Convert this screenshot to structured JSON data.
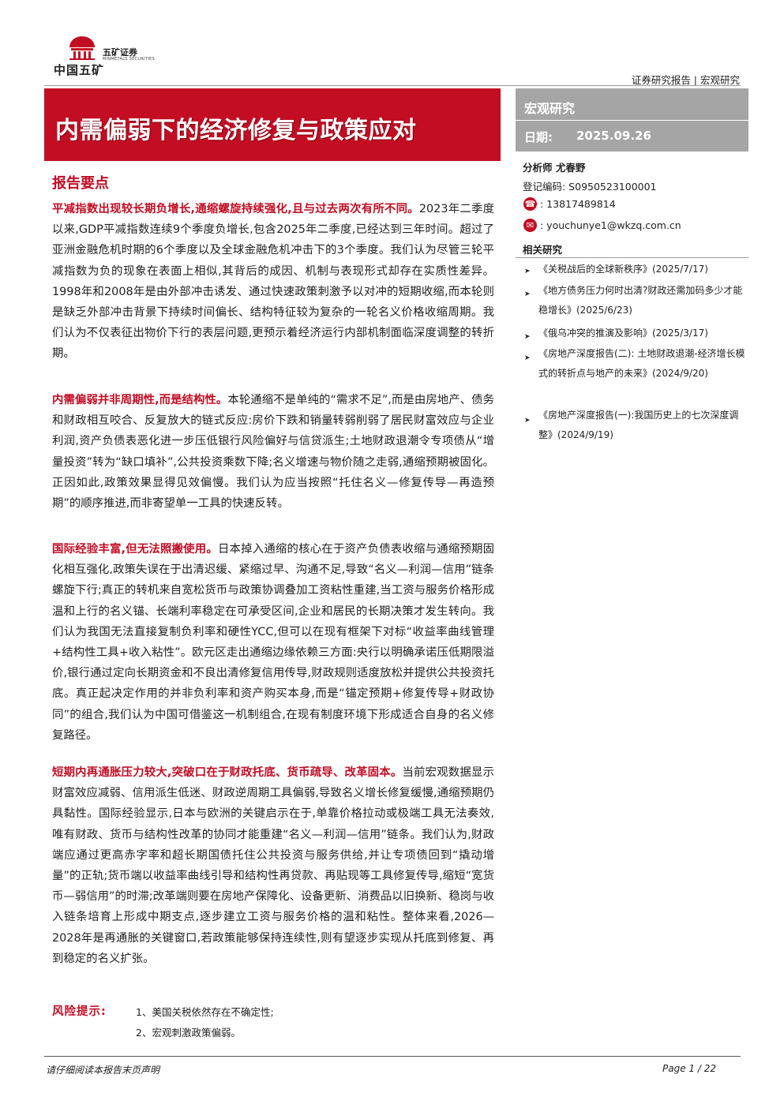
{
  "header": {
    "logo_cn": "中国五矿",
    "brand_cn": "五矿证券",
    "brand_en": "MINMETALS SECURITIES",
    "breadcrumb": "证券研究报告 | 宏观研究",
    "title": "内需偏弱下的经济修复与政策应对",
    "category": "宏观研究",
    "date_label": "日期:",
    "date": "2025.09.26",
    "brand_color": "#c30d23"
  },
  "analyst": {
    "name": "分析师 尤春野",
    "reg": "登记编码: S0950523100001",
    "phone": ":  13817489814",
    "email": ":  youchunye1@wkzq.com.cn",
    "phone_icon": "phone-icon",
    "email_icon": "mail-icon"
  },
  "related": {
    "title": "相关研究",
    "items": [
      "《关税战后的全球新秩序》(2025/7/17)",
      "《地方债务压力何时出清?财政还需加码多少才能稳增长》(2025/6/23)",
      "《俄乌冲突的推演及影响》(2025/3/17)",
      "《房地产深度报告(二): 土地财政退潮-经济增长模式的转折点与地产的未来》(2024/9/20)",
      "《房地产深度报告(一):我国历史上的七次深度调整》(2024/9/19)"
    ]
  },
  "body": {
    "key_points_title": "报告要点",
    "paragraphs": [
      {
        "lead": "平减指数出现较长期负增长,通缩螺旋持续强化,且与过去两次有所不同。",
        "text": "2023年二季度以来,GDP平减指数连续9个季度负增长,包含2025年二季度,已经达到三年时间。超过了亚洲金融危机时期的6个季度以及全球金融危机冲击下的3个季度。我们认为尽管三轮平减指数为负的现象在表面上相似,其背后的成因、机制与表现形式却存在实质性差异。1998年和2008年是由外部冲击诱发、通过快速政策刺激予以对冲的短期收缩,而本轮则是缺乏外部冲击背景下持续时间偏长、结构特征较为复杂的一轮名义价格收缩周期。我们认为不仅表征出物价下行的表层问题,更预示着经济运行内部机制面临深度调整的转折期。"
      },
      {
        "lead": "内需偏弱并非周期性,而是结构性。",
        "text": "本轮通缩不是单纯的“需求不足”,而是由房地产、债务和财政相互咬合、反复放大的链式反应:房价下跌和销量转弱削弱了居民财富效应与企业利润,资产负债表恶化进一步压低银行风险偏好与信贷派生;土地财政退潮令专项债从“增量投资”转为“缺口填补”,公共投资乘数下降;名义增速与物价随之走弱,通缩预期被固化。正因如此,政策效果显得见效偏慢。我们认为应当按照“托住名义—修复传导—再造预期”的顺序推进,而非寄望单一工具的快速反转。"
      },
      {
        "lead": "国际经验丰富,但无法照搬使用。",
        "text": "日本掉入通缩的核心在于资产负债表收缩与通缩预期固化相互强化,政策失误在于出清迟缓、紧缩过早、沟通不足,导致“名义—利润—信用”链条螺旋下行;真正的转机来自宽松货币与政策协调叠加工资粘性重建,当工资与服务价格形成温和上行的名义锚、长端利率稳定在可承受区间,企业和居民的长期决策才发生转向。我们认为我国无法直接复制负利率和硬性YCC,但可以在现有框架下对标“收益率曲线管理+结构性工具+收入粘性”。欧元区走出通缩边缘依赖三方面:央行以明确承诺压低期限溢价,银行通过定向长期资金和不良出清修复信用传导,财政规则适度放松并提供公共投资托底。真正起决定作用的并非负利率和资产购买本身,而是“锚定预期+修复传导+财政协同”的组合,我们认为中国可借鉴这一机制组合,在现有制度环境下形成适合自身的名义修复路径。"
      },
      {
        "lead": "短期内再通胀压力较大,突破口在于财政托底、货币疏导、改革固本。",
        "text": "当前宏观数据显示财富效应减弱、信用派生低迷、财政逆周期工具偏弱,导致名义增长修复缓慢,通缩预期仍具黏性。国际经验显示,日本与欧洲的关键启示在于,单靠价格拉动或极端工具无法奏效,唯有财政、货币与结构性改革的协同才能重建“名义—利润—信用”链条。我们认为,财政端应通过更高赤字率和超长期国债托住公共投资与服务供给,并让专项债回到“撬动增量”的正轨;货币端以收益率曲线引导和结构性再贷款、再贴现等工具修复传导,缩短“宽货币—弱信用”的时滞;改革端则要在房地产保障化、设备更新、消费品以旧换新、稳岗与收入链条培育上形成中期支点,逐步建立工资与服务价格的温和粘性。整体来看,2026—2028年是再通胀的关键窗口,若政策能够保持连续性,则有望逐步实现从托底到修复、再到稳定的名义扩张。"
      }
    ]
  },
  "risk": {
    "label": "风险提示:",
    "items": [
      "1、美国关税依然存在不确定性;",
      "2、宏观刺激政策偏弱。"
    ]
  },
  "footer": {
    "disclaimer": "请仔细阅读本报告末页声明",
    "page": "Page 1 / 22"
  }
}
